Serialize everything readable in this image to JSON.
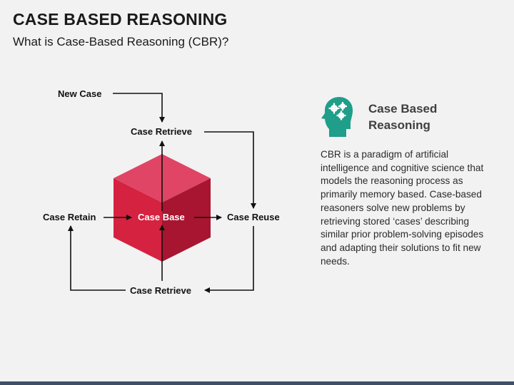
{
  "header": {
    "title": "CASE BASED REASONING",
    "subtitle": "What is Case-Based Reasoning (CBR)?"
  },
  "diagram": {
    "labels": {
      "new_case": "New Case",
      "retrieve_top": "Case Retrieve",
      "retain": "Case Retain",
      "base": "Case Base",
      "reuse": "Case Reuse",
      "retrieve_bottom": "Case Retrieve"
    },
    "colors": {
      "cube_top": "#e04565",
      "cube_left": "#d42240",
      "cube_right": "#a81530",
      "arrow": "#111111"
    }
  },
  "sidebar": {
    "icon": "head-gears-icon",
    "icon_color": "#1f9e8a",
    "title": "Case Based Reasoning",
    "body": "CBR is a paradigm of artificial intelligence and cognitive science that models the reasoning process as primarily memory based. Case-based reasoners solve new problems by retrieving stored ‘cases’ describing similar prior problem-solving episodes and adapting their solutions to fit new needs."
  }
}
